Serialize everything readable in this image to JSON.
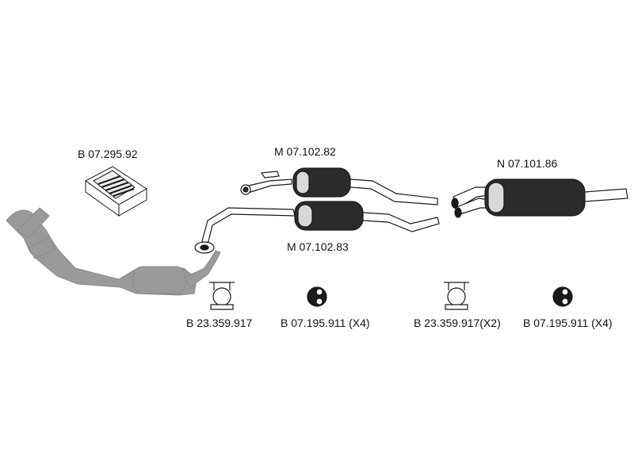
{
  "colors": {
    "background": "#ffffff",
    "outline": "#1a1a1a",
    "muffler_fill": "#2b2b2b",
    "muffler_light": "#d9d9d9",
    "shadow_part": "#9a9a9a"
  },
  "labels": {
    "fitting_kit": "B 07.295.92",
    "middle_muffler_upper": "M 07.102.82",
    "middle_muffler_lower": "M 07.102.83",
    "rear_muffler": "N 07.101.86",
    "clamp_left": "B 23.359.917",
    "bracket_left": "B 07.195.911 (X4)",
    "clamp_right": "B 23.359.917(X2)",
    "bracket_right": "B 07.195.911 (X4)"
  },
  "icons": {
    "fitting_kit": "parts-box-icon",
    "front_pipe": "catalytic-converter-shadow-icon",
    "middle_muffler_upper": "muffler-icon",
    "middle_muffler_lower": "muffler-icon",
    "rear_muffler": "twin-tip-muffler-icon",
    "clamp": "pipe-clamp-icon",
    "bracket": "rubber-hanger-icon"
  }
}
